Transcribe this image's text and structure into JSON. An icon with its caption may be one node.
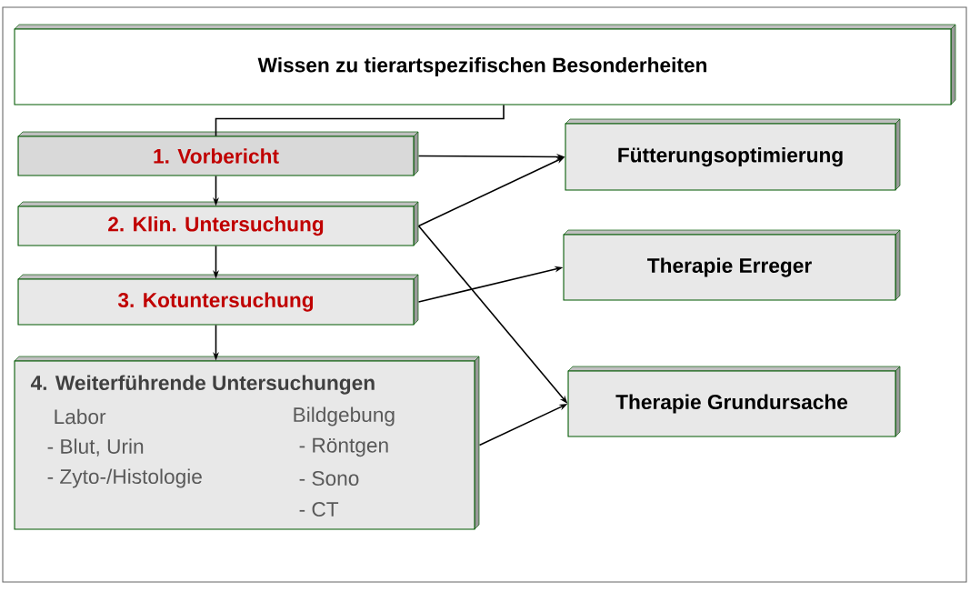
{
  "diagram": {
    "nodes": [
      {
        "text": [
          "Wissen zu tierartspezifischen Besonderheiten"
        ]
      },
      {
        "text": [
          "1. Vorbericht"
        ]
      },
      {
        "text": [
          "2. Klin. Untersuchung"
        ]
      },
      {
        "text": [
          "3. Kotuntersuchung"
        ]
      },
      {
        "text": [
          "4. Weiterführende Untersuchungen",
          "Labor",
          "- Blut, Urin",
          "- Zyto-/Histologie",
          "Bildgebung",
          "- Röntgen",
          "- Sono",
          "- CT"
        ]
      },
      {
        "text": [
          "Fütterungsoptimierung"
        ]
      },
      {
        "text": [
          "Therapie Erreger"
        ]
      },
      {
        "text": [
          "Therapie Grundursache"
        ]
      }
    ],
    "edges": [
      {
        "from": 0,
        "to": 1,
        "arrow": "none"
      },
      {
        "from": 1,
        "to": 2,
        "arrow": "to"
      },
      {
        "from": 2,
        "to": 3,
        "arrow": "to"
      },
      {
        "from": 3,
        "to": 4,
        "arrow": "to"
      },
      {
        "from": 1,
        "to": 5,
        "arrow": "to"
      },
      {
        "from": 2,
        "to": 5,
        "arrow": "to"
      },
      {
        "from": 2,
        "to": 7,
        "arrow": "to"
      },
      {
        "from": 3,
        "to": 6,
        "arrow": "to"
      },
      {
        "from": 4,
        "to": 7,
        "arrow": "to"
      }
    ]
  }
}
